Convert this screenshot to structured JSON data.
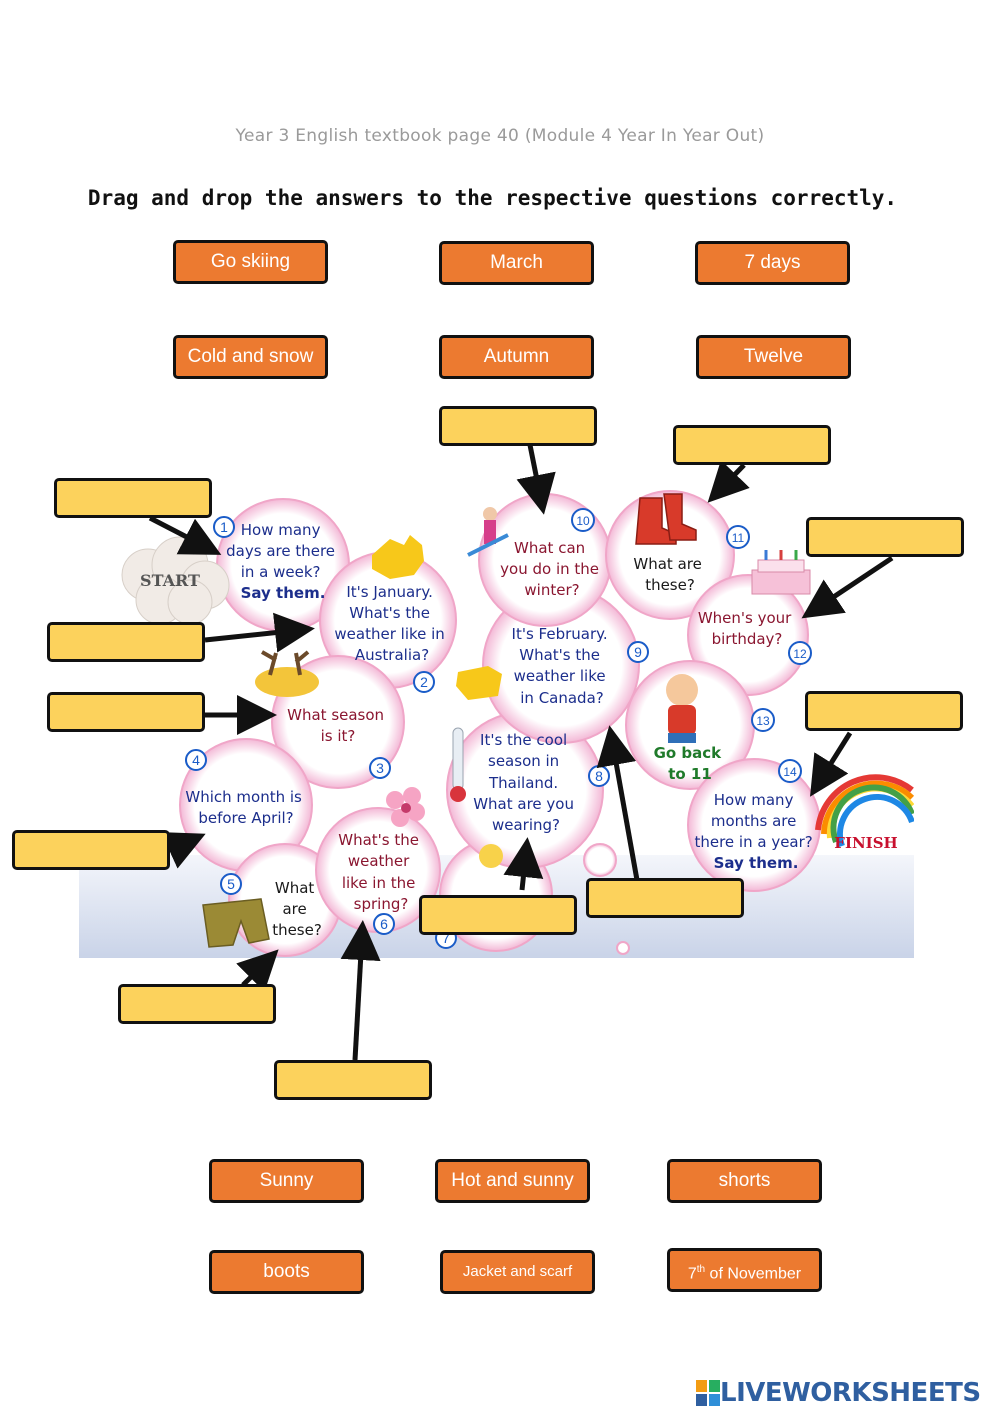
{
  "header": {
    "subtitle": "Year 3 English textbook page 40 (Module 4 Year In Year Out)",
    "instruction": "Drag and drop the answers to the respective questions correctly."
  },
  "answers_top": [
    "Go skiing",
    "March",
    "7 days",
    "Cold and snow",
    "Autumn",
    "Twelve"
  ],
  "answers_bottom": [
    "Sunny",
    "Hot and sunny",
    "shorts",
    "boots",
    "Jacket and scarf"
  ],
  "answer_november": {
    "num": "7",
    "sup": "th",
    "rest": " of November"
  },
  "board": {
    "start": "START",
    "finish": "FINISH",
    "numbers": [
      "1",
      "2",
      "3",
      "4",
      "5",
      "6",
      "7",
      "8",
      "9",
      "10",
      "11",
      "12",
      "13",
      "14"
    ],
    "q1": [
      "How many",
      "days are there",
      "in a week?",
      "Say them."
    ],
    "q2": [
      "It's January.",
      "What's the",
      "weather like in",
      "Australia?"
    ],
    "q3": [
      "What season",
      "is it?"
    ],
    "q4": [
      "Which month is",
      "before April?"
    ],
    "q5": [
      "What",
      "are",
      "these?"
    ],
    "q6": [
      "What's the",
      "weather",
      "like in the",
      "spring?"
    ],
    "q8": [
      "It's the cool",
      "season in",
      "Thailand.",
      "What are you",
      "wearing?"
    ],
    "q9": [
      "It's February.",
      "What's the",
      "weather like",
      "in Canada?"
    ],
    "q10": [
      "What can",
      "you do in the",
      "winter?"
    ],
    "q11": [
      "What are",
      "these?"
    ],
    "q12": [
      "When's your",
      "birthday?"
    ],
    "q13": [
      "Go back",
      "to 11"
    ],
    "q14": [
      "How many",
      "months are",
      "there in a year?",
      "Say them."
    ]
  },
  "colors": {
    "answer_fill": "#ec7a30",
    "drop_fill": "#fcd25c",
    "question_blue": "#1c2e8c",
    "question_maroon": "#8a1630",
    "green": "#1f7a2a"
  },
  "icons": [
    "start-cloud-icon",
    "australia-map-icon",
    "autumn-tree-icon",
    "flower-icon",
    "shorts-icon",
    "thermometer-icon",
    "skier-icon",
    "canada-map-icon",
    "boots-icon",
    "birthday-cake-icon",
    "boy-icon",
    "rainbow-icon"
  ],
  "logo": {
    "text": "LIVEWORKSHEETS"
  }
}
